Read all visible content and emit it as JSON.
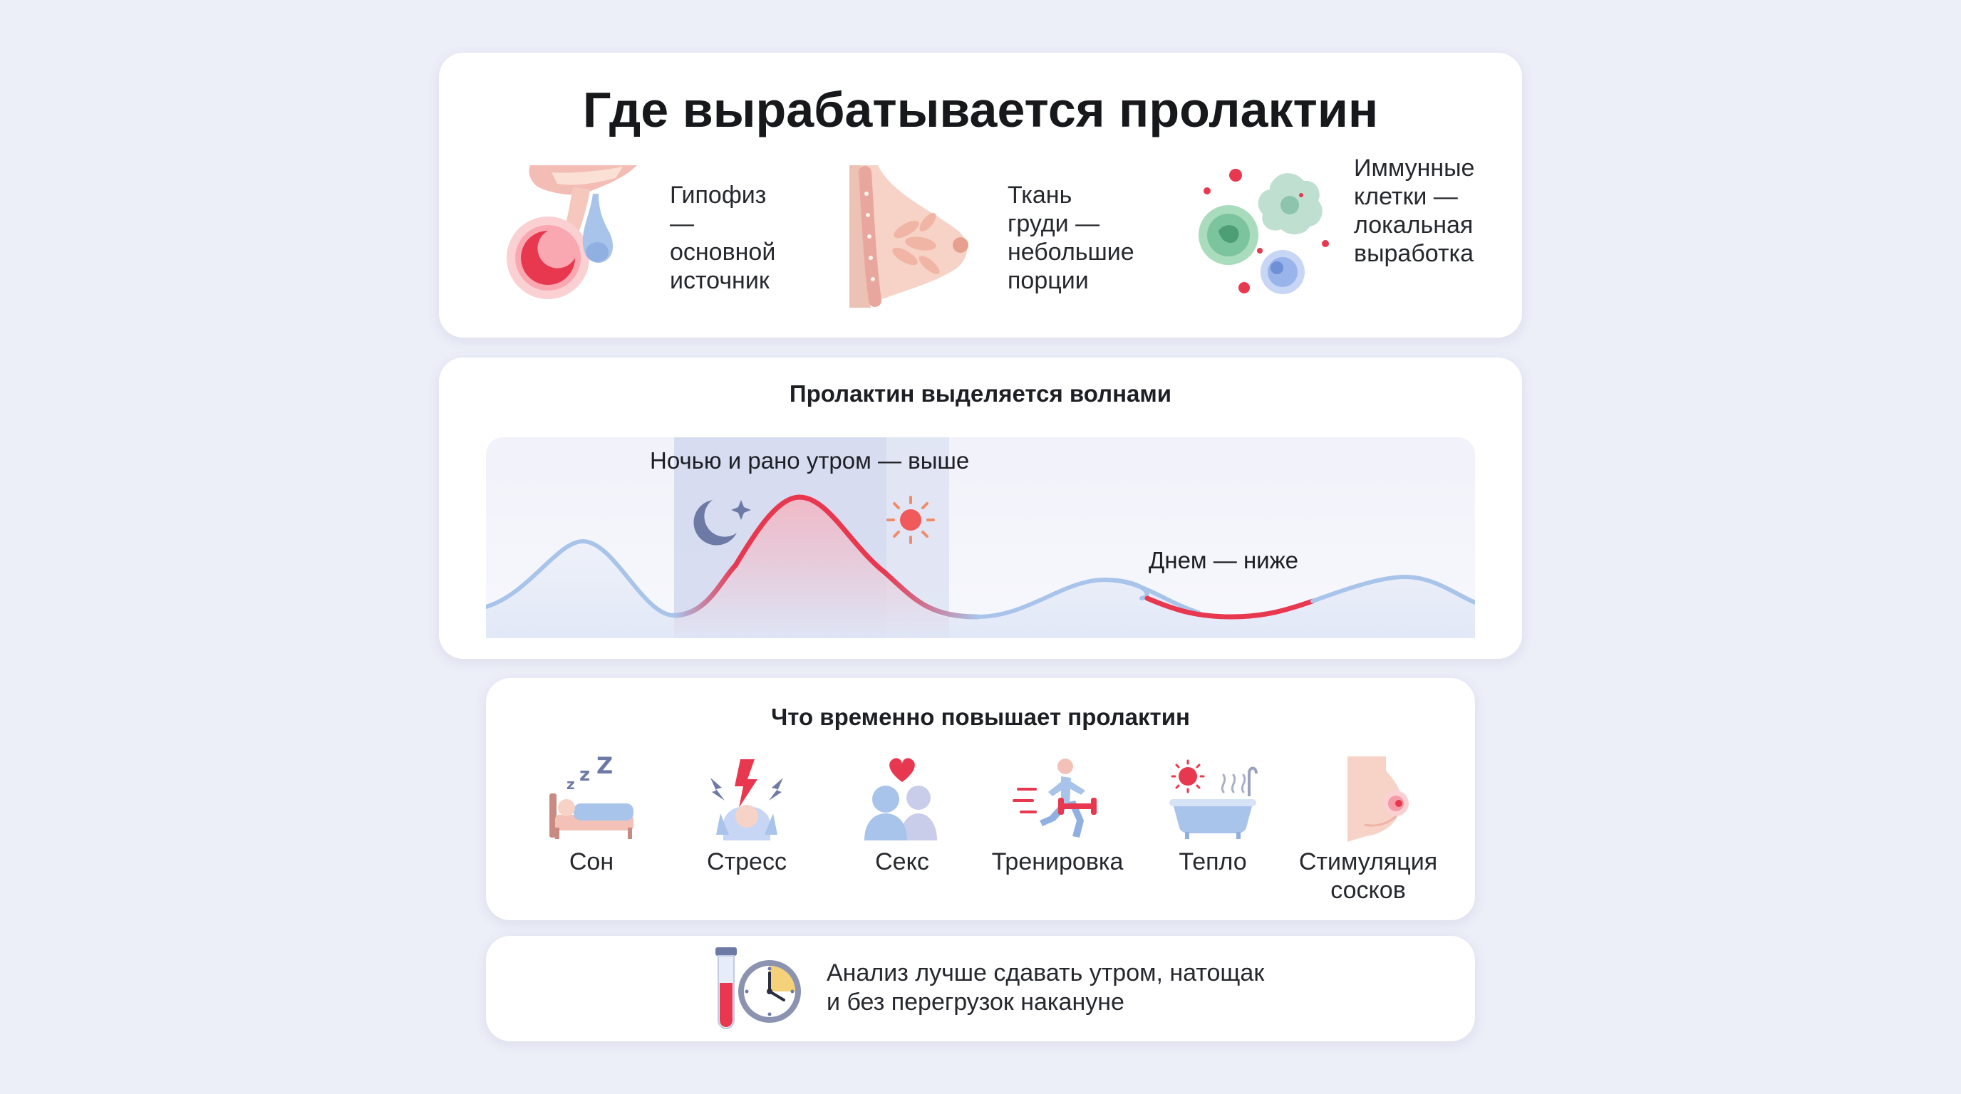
{
  "sources": {
    "title": "Где вырабатывается пролактин",
    "items": [
      {
        "label": "Гипофиз —\nосновной\nисточник",
        "icon": "pituitary-gland-icon"
      },
      {
        "label": "Ткань груди —\nнебольшие\nпорции",
        "icon": "breast-tissue-icon"
      },
      {
        "label": "Иммунные\nклетки —\nлокальная\nвыработка",
        "icon": "immune-cells-icon"
      }
    ]
  },
  "waves": {
    "title": "Пролактин выделяется волнами",
    "night_label": "Ночью и рано утром — выше",
    "day_label": "Днем — ниже",
    "icons": [
      "moon-icon",
      "sun-icon"
    ]
  },
  "factors": {
    "title": "Что временно повышает пролактин",
    "items": [
      {
        "label": "Сон",
        "icon": "sleep-icon"
      },
      {
        "label": "Стресс",
        "icon": "stress-icon"
      },
      {
        "label": "Секс",
        "icon": "couple-heart-icon"
      },
      {
        "label": "Тренировка",
        "icon": "workout-icon"
      },
      {
        "label": "Тепло",
        "icon": "bath-heat-icon"
      },
      {
        "label": "Стимуляция\nсосков",
        "icon": "nipple-stimulation-icon"
      }
    ]
  },
  "tip": {
    "text": "Анализ лучше сдавать утром, натощак\nи без перегрузок накануне",
    "icon": "test-tube-clock-icon"
  },
  "colors": {
    "accent_red": "#e8384f",
    "wave_blue": "#a9c4ea",
    "night_band": "#cdd4ee"
  }
}
